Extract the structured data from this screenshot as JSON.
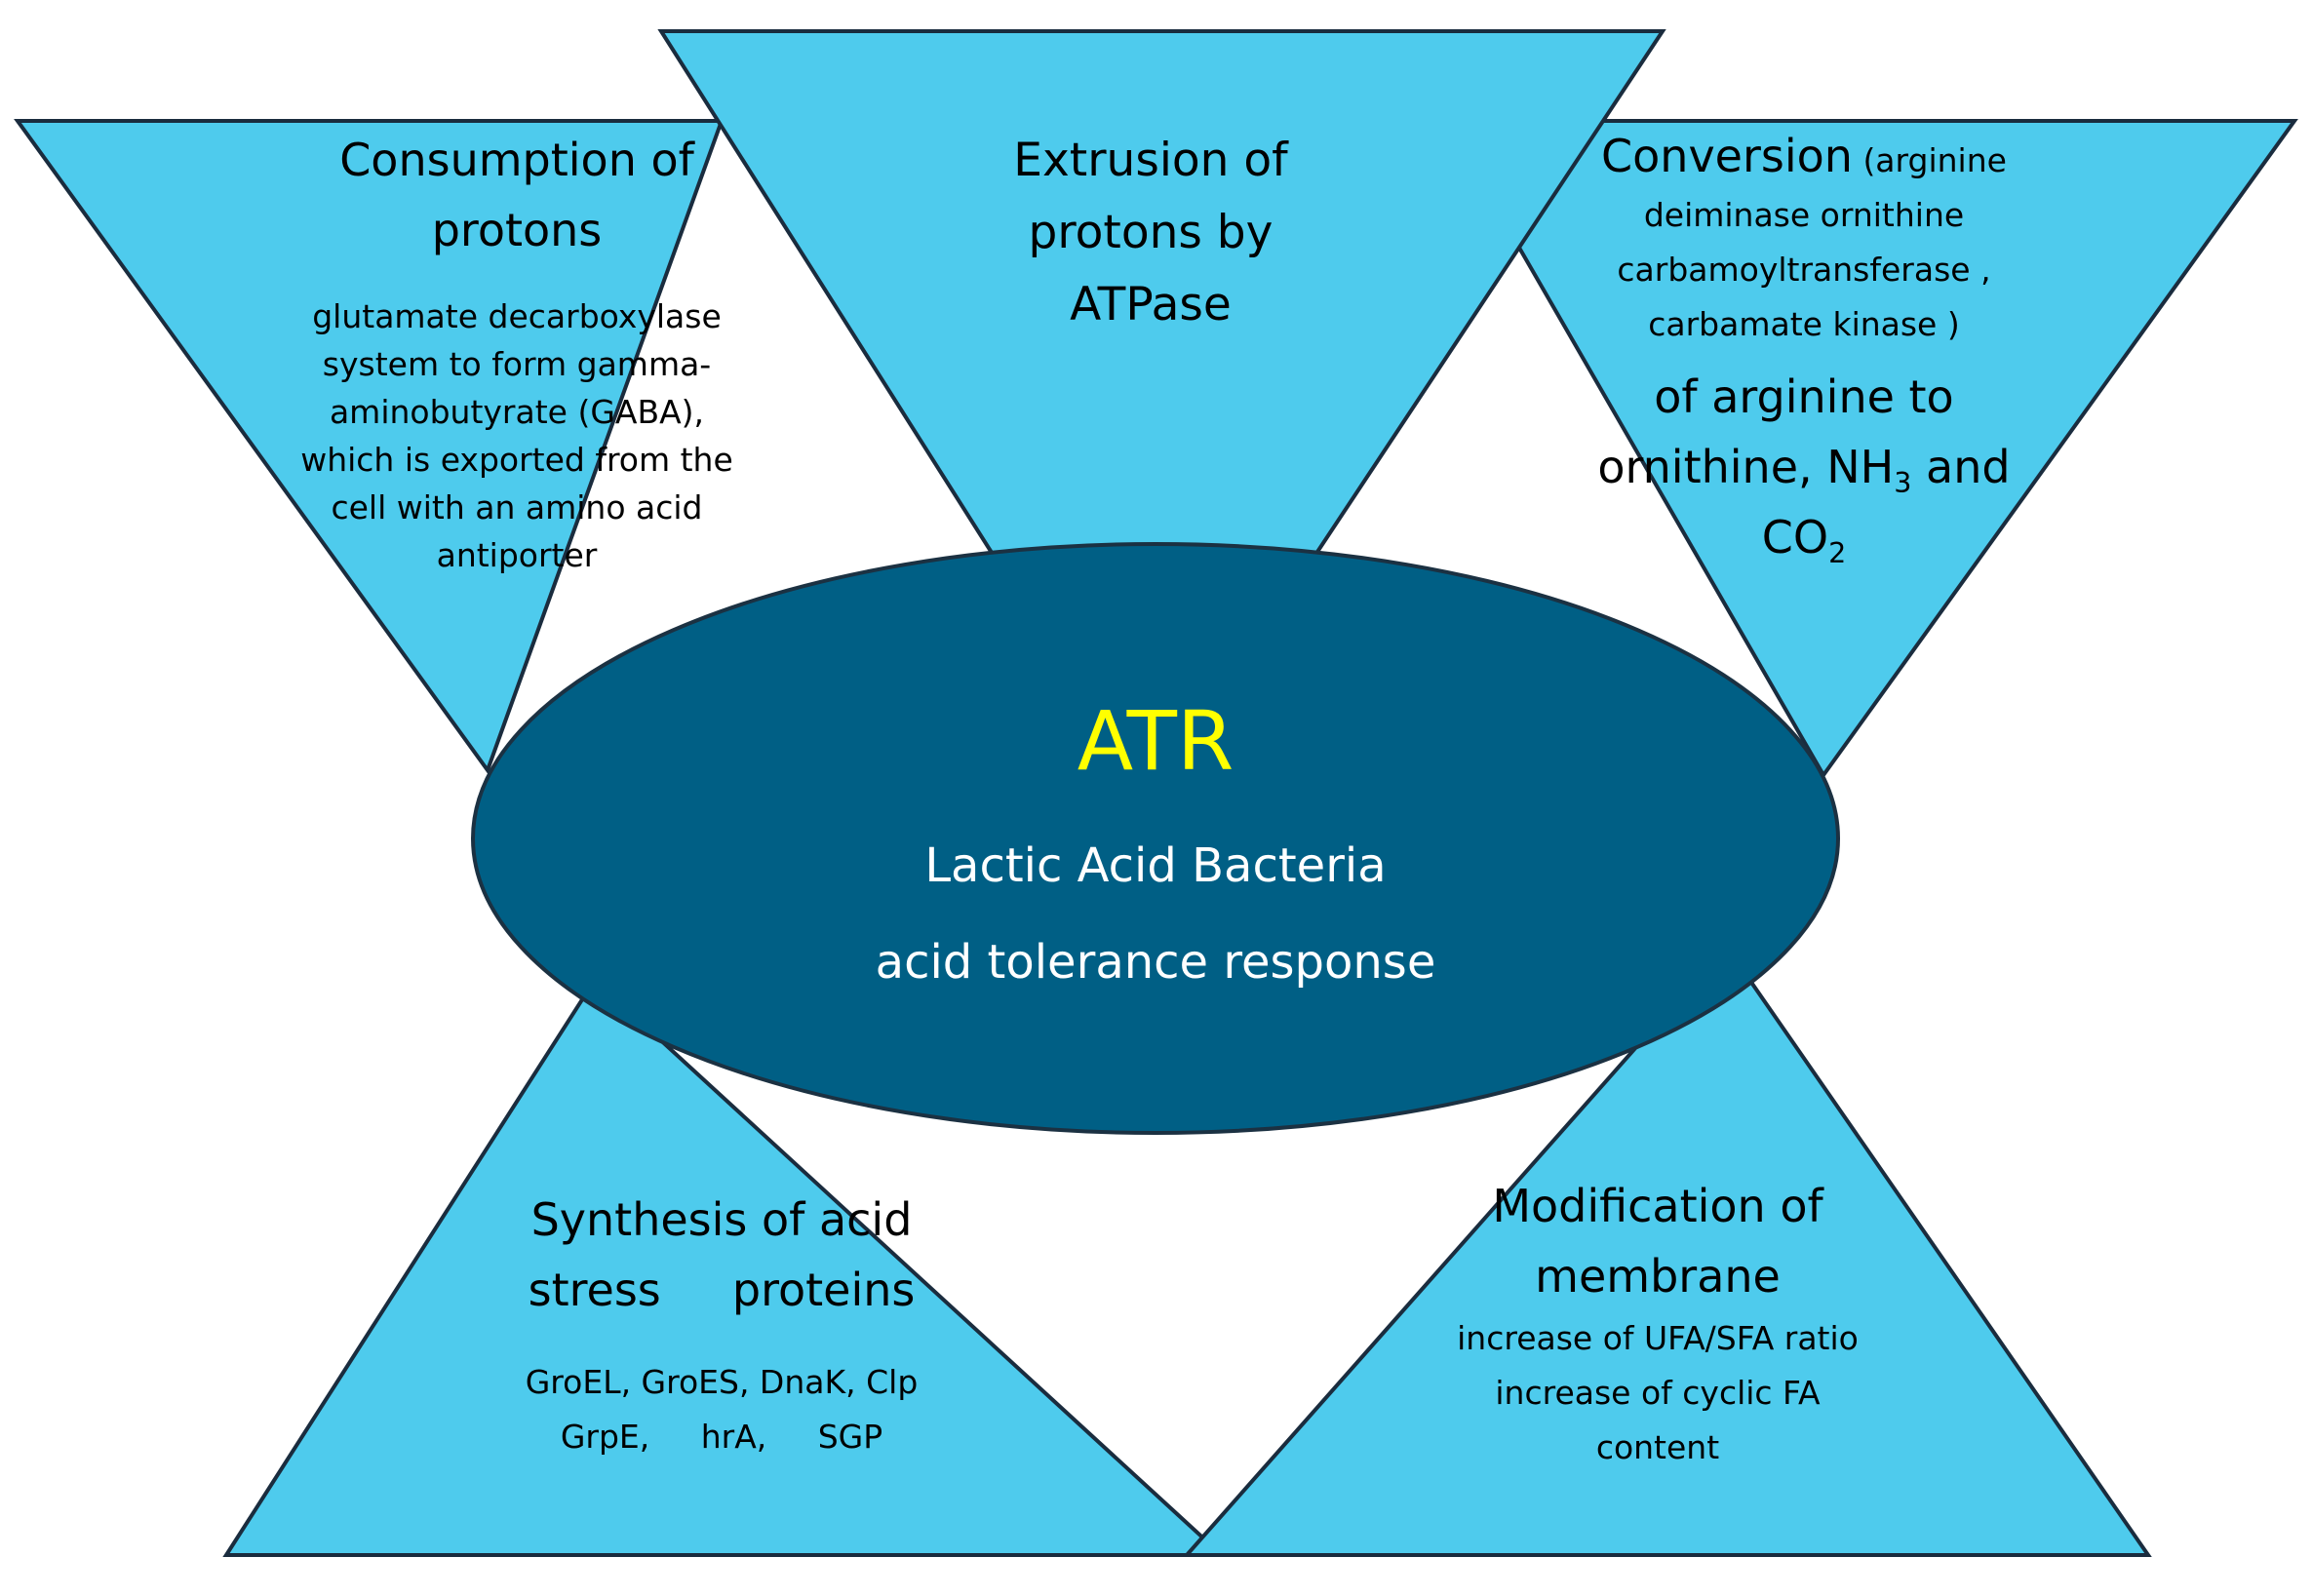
{
  "colors": {
    "triangle_fill": "#4ecbed",
    "triangle_stroke": "#1a2c3e",
    "ellipse_fill": "#005f85",
    "ellipse_stroke": "#1b3142",
    "atr_title_color": "#ffff00",
    "atr_text_color": "#ffffff"
  },
  "center": {
    "title": "ATR",
    "line1": "Lactic Acid Bacteria",
    "line2": "acid tolerance response"
  },
  "consumption": {
    "title_line1": "Consumption of",
    "title_line2": "protons",
    "detail": [
      "glutamate decarboxylase",
      "system to form gamma-",
      "aminobutyrate (GABA),",
      "which is exported from the",
      "cell with an amino acid",
      "antiporter"
    ]
  },
  "extrusion": {
    "line1": "Extrusion of",
    "line2": "protons by",
    "line3": "ATPase"
  },
  "conversion": {
    "title": "Conversion",
    "detail_1": "(arginine",
    "detail_2": "deiminase  ornithine",
    "detail_3": "carbamoyltransferase ,",
    "detail_4": "carbamate kinase )",
    "title_line2": "of arginine to",
    "title_line3_a": "ornithine, NH",
    "title_line3_sub": "3",
    "title_line3_b": " and",
    "title_line4_a": "CO",
    "title_line4_sub": "2"
  },
  "synthesis": {
    "title_line1": "Synthesis of acid",
    "title_line2": "stress     proteins",
    "detail_line1": "GroEL, GroES, DnaK, Clp",
    "detail_line2": "GrpE,     hrA,     SGP"
  },
  "modification": {
    "title_line1": "Modification of",
    "title_line2": "membrane",
    "detail_line1": "increase of UFA/SFA ratio",
    "detail_line2": "increase of cyclic FA",
    "detail_line3": "content"
  }
}
